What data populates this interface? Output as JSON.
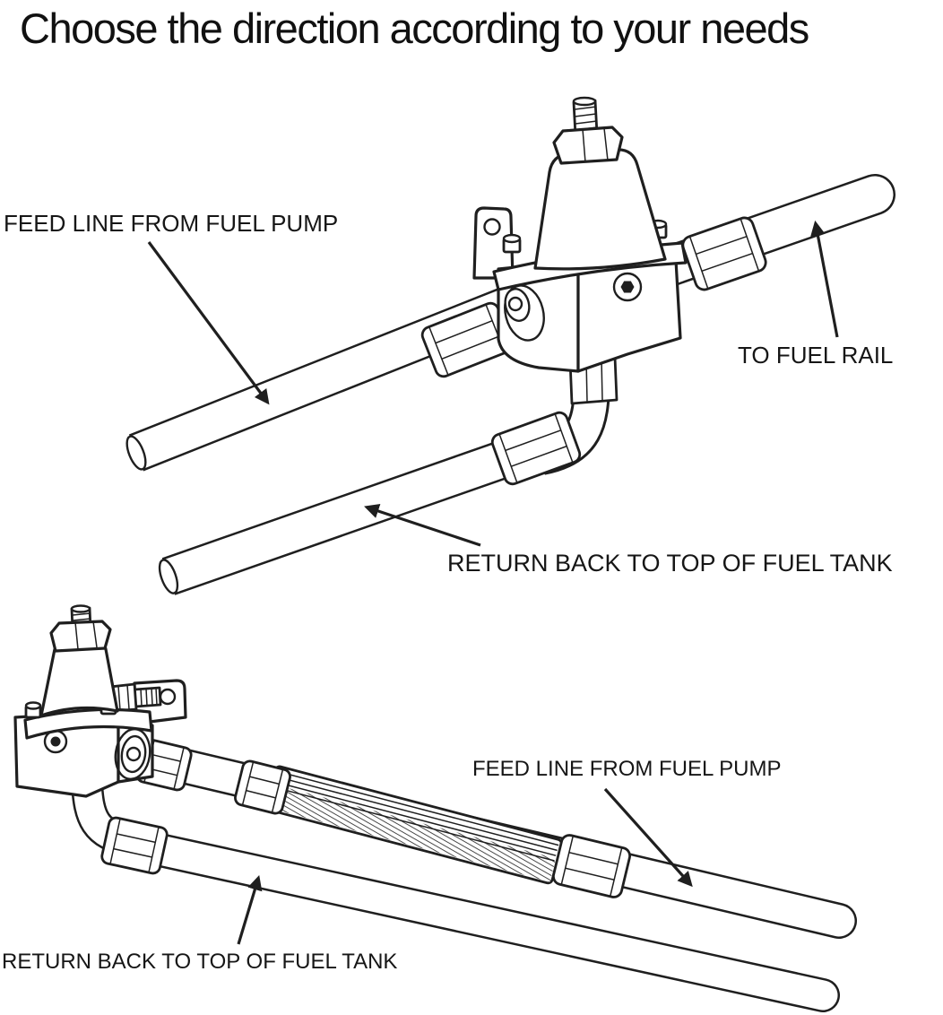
{
  "title": "Choose the direction according to your needs",
  "colors": {
    "line": "#1f1f1f",
    "background": "#ffffff",
    "text": "#161616"
  },
  "top_diagram": {
    "name": "inline regulator orientation",
    "feed_label": "FEED LINE FROM FUEL PUMP",
    "rail_label": "TO FUEL RAIL",
    "return_label": "RETURN BACK TO TOP OF FUEL TANK"
  },
  "bottom_diagram": {
    "name": "reversed regulator orientation",
    "feed_label": "FEED LINE FROM FUEL PUMP",
    "return_label": "RETURN BACK TO TOP OF FUEL TANK"
  }
}
